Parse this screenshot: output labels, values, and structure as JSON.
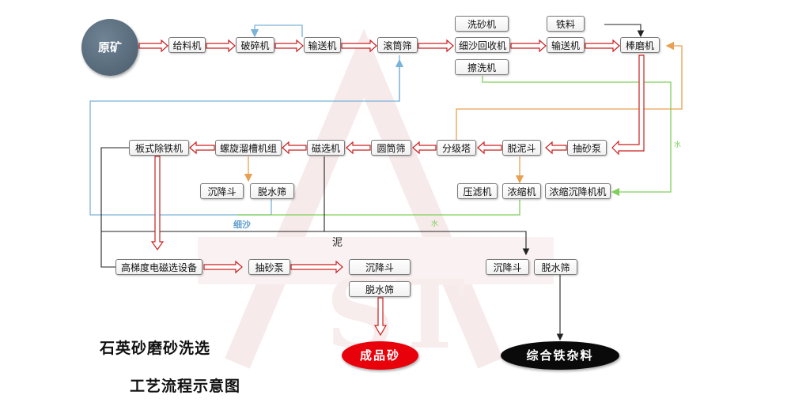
{
  "nodes": {
    "ore": "原矿",
    "feeder": "给料机",
    "crusher": "破碎机",
    "conveyor1": "输送机",
    "trommel": "滚筒筛",
    "sand_washer": "洗砂机",
    "fine_sand_recovery": "细沙回收机",
    "scrubber": "擦洗机",
    "iron_material": "铁料",
    "conveyor2": "输送机",
    "rod_mill": "棒磨机",
    "sand_pump1": "抽砂泵",
    "desliming_hopper": "脱泥斗",
    "classifier_tower": "分级塔",
    "cylinder_screen": "圆筒筛",
    "magnetic_separator": "磁选机",
    "spiral_chute": "螺旋溜槽机组",
    "plate_iron_remover": "板式除铁机",
    "settling_hopper1": "沉降斗",
    "dewatering_screen1": "脱水筛",
    "filter_press": "压滤机",
    "thickener": "浓缩机",
    "thickening_settler": "浓缩沉降机机",
    "hg_magnetic": "高梯度电磁选设备",
    "sand_pump2": "抽砂泵",
    "settling_hopper2": "沉降斗",
    "dewatering_screen2": "脱水筛",
    "settling_hopper3": "沉降斗",
    "dewatering_screen3": "脱水筛",
    "finished_sand": "成品砂",
    "iron_impurities": "综合铁杂料"
  },
  "labels": {
    "fine_sand": "细沙",
    "water1": "水",
    "water2": "水",
    "mud": "泥"
  },
  "titles": {
    "line1": "石英砂磨砂洗选",
    "line2": "工艺流程示意图"
  },
  "colors": {
    "red_arrow": "#cc1f1f",
    "blue_line": "#7ab2d8",
    "green_line": "#7fcf5a",
    "orange_line": "#e8a050",
    "black_line": "#222222",
    "finished_fill": "#e8000a",
    "impurity_fill": "#0a0a0a"
  }
}
